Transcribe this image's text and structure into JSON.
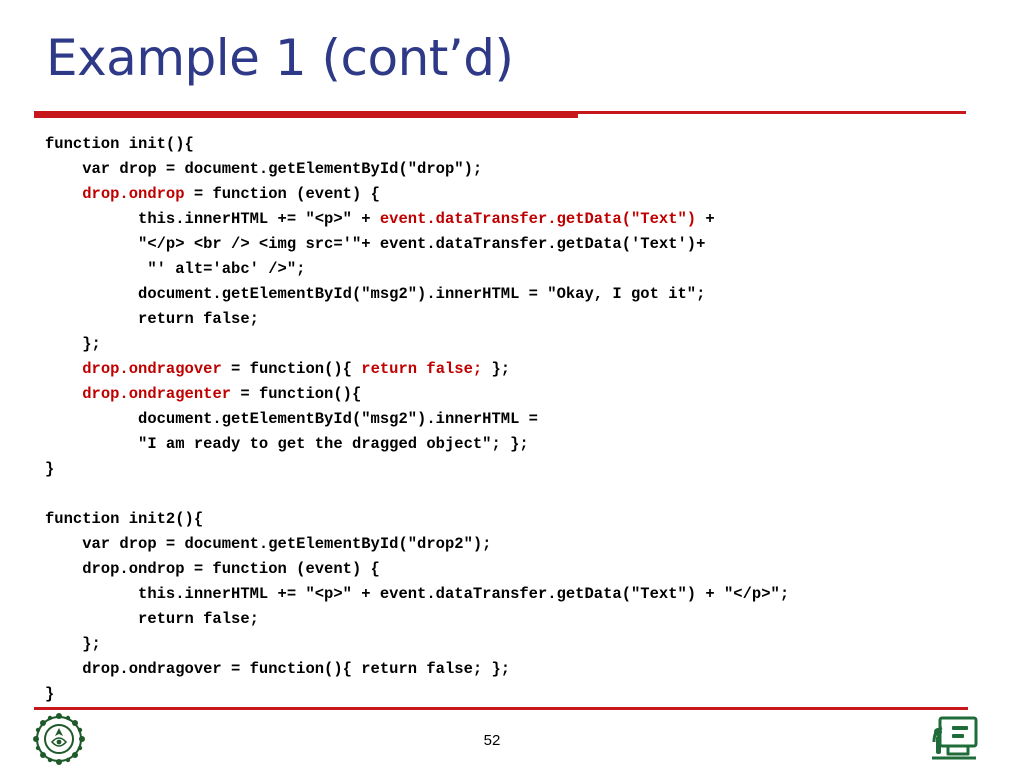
{
  "slide": {
    "title": "Example 1 (cont’d)",
    "page_number": "52"
  },
  "code": [
    [
      {
        "text": "function init(){"
      }
    ],
    [
      {
        "text": "    var drop = document.getElementById(\"drop\");"
      }
    ],
    [
      {
        "text": "    "
      },
      {
        "text": "drop.ondrop",
        "hl": true
      },
      {
        "text": " = function (event) {"
      }
    ],
    [
      {
        "text": "          this.innerHTML += \"<p>\" + "
      },
      {
        "text": "event.dataTransfer.getData(\"Text\")",
        "hl": true
      },
      {
        "text": " +"
      }
    ],
    [
      {
        "text": "          \"</p> <br /> <img src='\"+ event.dataTransfer.getData('Text')+"
      }
    ],
    [
      {
        "text": "           \"' alt='abc' />\";"
      }
    ],
    [
      {
        "text": "          document.getElementById(\"msg2\").innerHTML = \"Okay, I got it\";"
      }
    ],
    [
      {
        "text": "          return false;"
      }
    ],
    [
      {
        "text": "    };"
      }
    ],
    [
      {
        "text": "    "
      },
      {
        "text": "drop.ondragover",
        "hl": true
      },
      {
        "text": " = function(){ "
      },
      {
        "text": "return false;",
        "hl": true
      },
      {
        "text": " };"
      }
    ],
    [
      {
        "text": "    "
      },
      {
        "text": "drop.ondragenter",
        "hl": true
      },
      {
        "text": " = function(){"
      }
    ],
    [
      {
        "text": "          document.getElementById(\"msg2\").innerHTML ="
      }
    ],
    [
      {
        "text": "          \"I am ready to get the dragged object\"; };"
      }
    ],
    [
      {
        "text": "}"
      }
    ],
    [],
    [
      {
        "text": "function init2(){"
      }
    ],
    [
      {
        "text": "    var drop = document.getElementById(\"drop2\");"
      }
    ],
    [
      {
        "text": "    drop.ondrop = function (event) {"
      }
    ],
    [
      {
        "text": "          this.innerHTML += \"<p>\" + event.dataTransfer.getData(\"Text\") + \"</p>\";"
      }
    ],
    [
      {
        "text": "          return false;"
      }
    ],
    [
      {
        "text": "    };"
      }
    ],
    [
      {
        "text": "    drop.ondragover = function(){ return false; };"
      }
    ],
    [
      {
        "text": "}"
      }
    ]
  ],
  "logos": {
    "left": "university-seal-icon",
    "right": "computer-engineering-logo-icon"
  },
  "colors": {
    "title": "#2E3A87",
    "rule": "#C8161D",
    "highlight": "#C00000"
  }
}
